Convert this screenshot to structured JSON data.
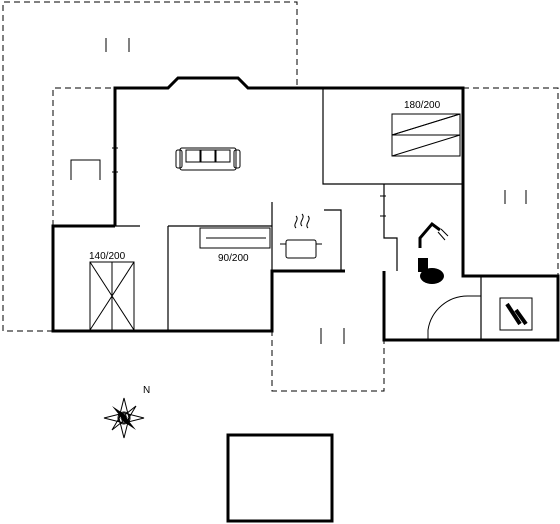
{
  "labels": {
    "bed_master": "180/200",
    "bed_room1": "140/200",
    "bed_room2": "90/200",
    "compass_north": "N"
  },
  "icons": [
    "sofa-icon",
    "double-bed-icon",
    "single-bed-icon",
    "bunk-bed-icon",
    "stove-pot-icon",
    "shower-icon",
    "toilet-icon",
    "laundry-icon",
    "compass-rose-icon"
  ],
  "colors": {
    "line": "#000000",
    "background": "#ffffff"
  }
}
